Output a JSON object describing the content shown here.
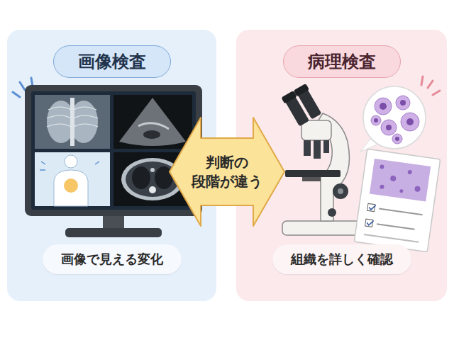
{
  "diagram": {
    "nodes": [
      {
        "text": [
          "画像検査"
        ]
      },
      {
        "text": [
          "画像で見える変化"
        ],
        "in": 0
      },
      {
        "text": [
          "判断の 段階が違う"
        ]
      },
      {
        "text": [
          "病理検査"
        ]
      },
      {
        "text": [
          "組織を詳しく確認"
        ],
        "in": 3
      }
    ]
  }
}
